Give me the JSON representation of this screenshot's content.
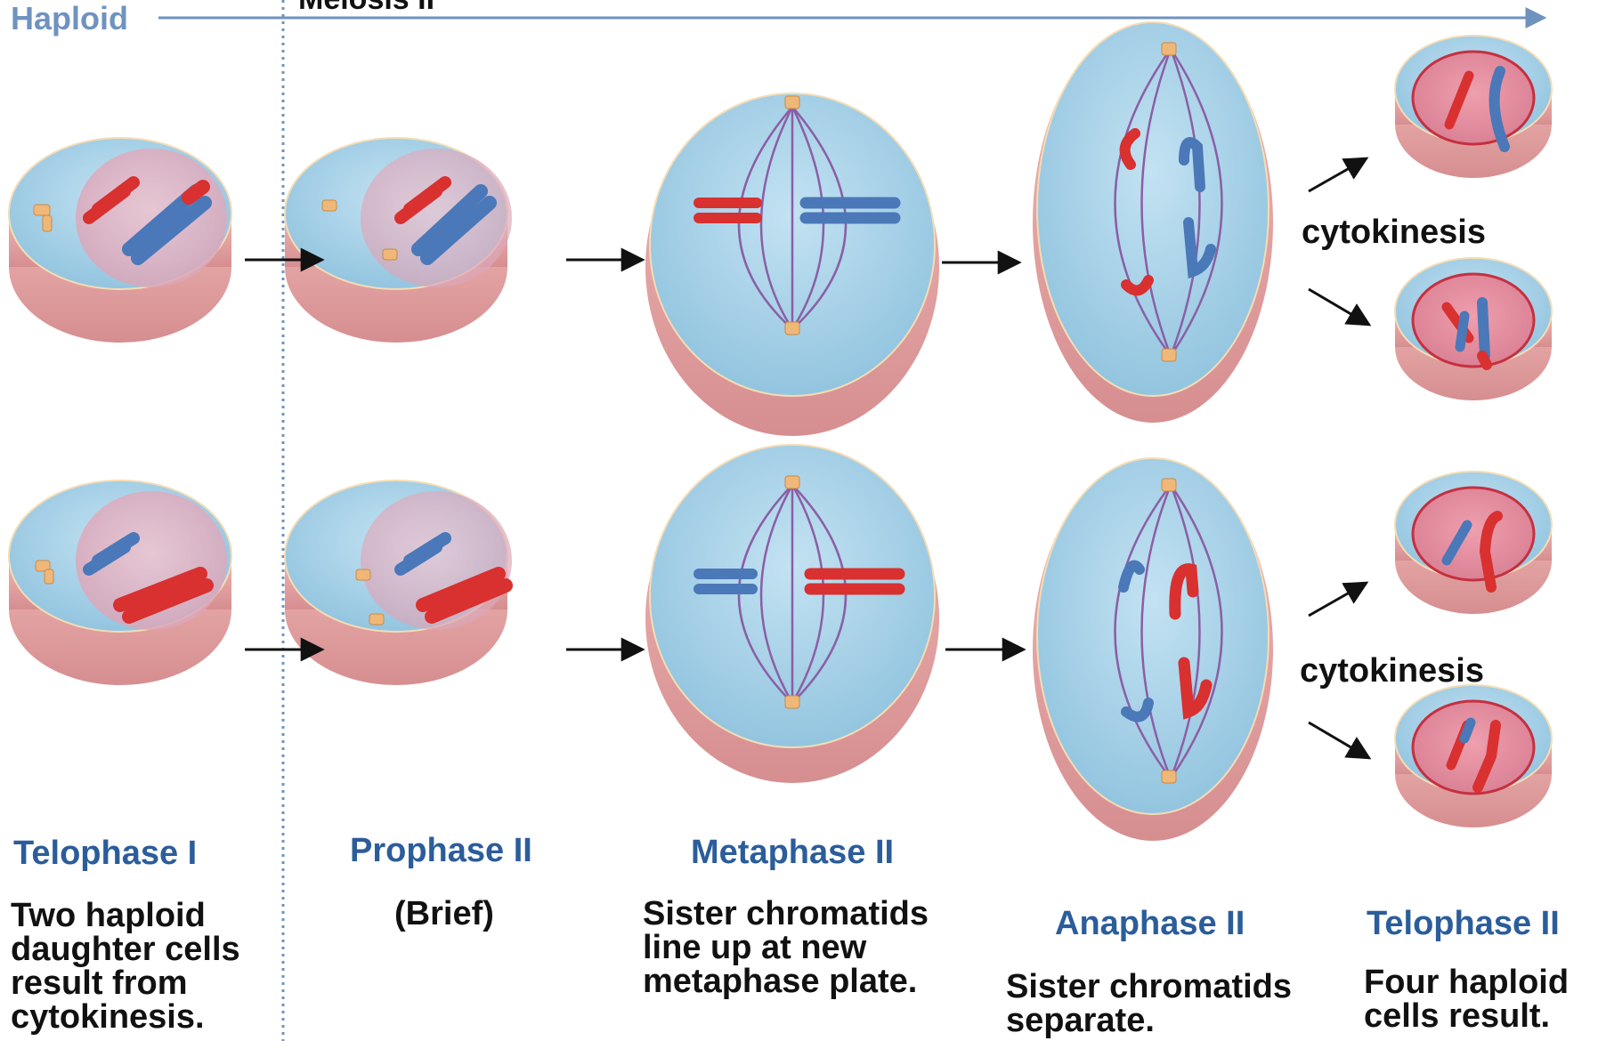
{
  "header": {
    "haploid_label": "Haploid",
    "meiosis_label": "Meiosis II"
  },
  "stages": {
    "telophase1": {
      "title": "Telophase I",
      "lines": [
        "Two haploid",
        "daughter cells",
        "result from",
        "cytokinesis."
      ]
    },
    "prophase2": {
      "title": "Prophase II",
      "lines": [
        "(Brief)"
      ]
    },
    "metaphase2": {
      "title": "Metaphase II",
      "lines": [
        "Sister chromatids",
        "line up at new",
        "metaphase plate."
      ]
    },
    "anaphase2": {
      "title": "Anaphase II",
      "lines": [
        "Sister chromatids",
        "separate."
      ]
    },
    "telophase2": {
      "title": "Telophase II",
      "lines": [
        "Four haploid",
        "cells result."
      ]
    }
  },
  "cytokinesis_labels": [
    "cytokinesis",
    "cytokinesis"
  ],
  "colors": {
    "cell_blue": "#a9d4ea",
    "cell_base": "#e8a6a6",
    "nucleus": "#e6b4c3",
    "chromosome_red": "#d93030",
    "chromosome_blue": "#4a78b8",
    "spindle": "#8a5fa6",
    "centrosome": "#f0b878",
    "title_blue": "#2b5d9b",
    "header_blue": "#6f93bf"
  }
}
